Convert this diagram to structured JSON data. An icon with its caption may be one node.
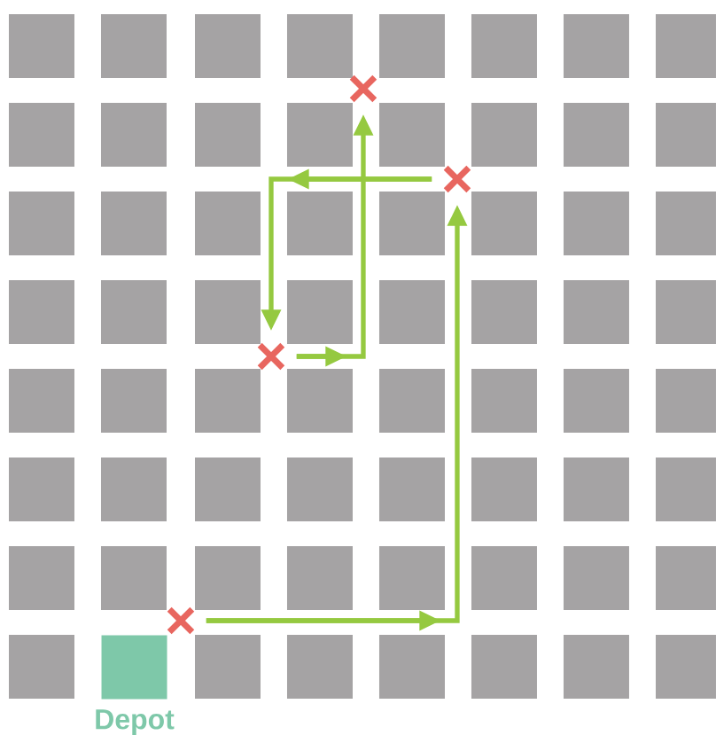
{
  "diagram": {
    "nodes": [
      {
        "text": [
          "Depot"
        ]
      },
      {
        "text": [],
        "shape": "cross"
      },
      {
        "text": [],
        "shape": "cross"
      },
      {
        "text": [],
        "shape": "cross"
      },
      {
        "text": [],
        "shape": "cross"
      }
    ],
    "edges": [
      {
        "from": 1,
        "to": 2,
        "arrow": "to"
      },
      {
        "from": 2,
        "to": 3,
        "arrow": "to"
      },
      {
        "from": 3,
        "to": 4,
        "arrow": "to"
      }
    ]
  }
}
